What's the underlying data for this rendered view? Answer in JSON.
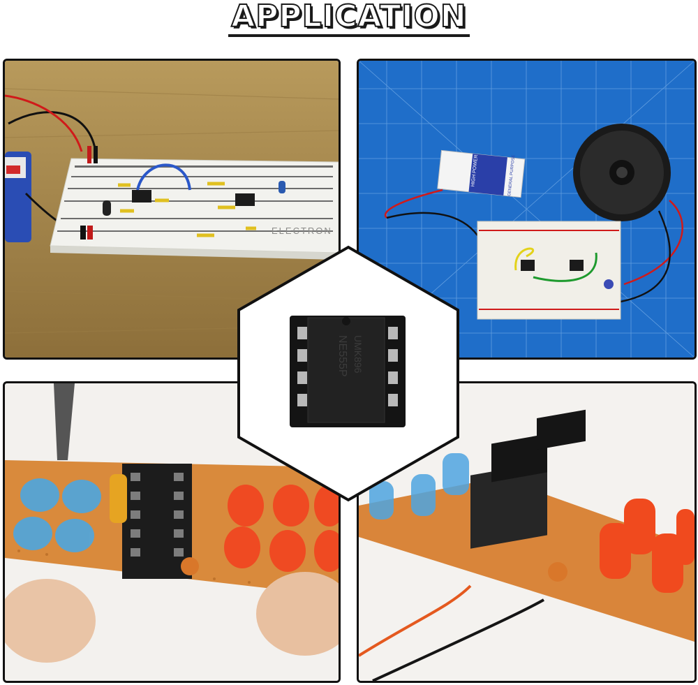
{
  "header": {
    "title": "APPLICATION"
  },
  "panels": {
    "top_left": {
      "breadboard_brand": "ELECTRON"
    },
    "top_right": {
      "battery_labels": [
        "HIGH POWER",
        "GENERAL PURPOSE"
      ]
    },
    "center": {
      "chip_marking": [
        "NE555P",
        "UMK896"
      ]
    }
  },
  "colors": {
    "wood": "#a88a4e",
    "cutting_mat": "#1f6ec9",
    "perfboard": "#d98a3c",
    "blue_led": "#4da6e0",
    "red_led": "#ef4a22"
  },
  "icons": [
    "breadboard-photo",
    "speaker-photo",
    "ic-socket-photo",
    "perfboard-led-photo"
  ]
}
